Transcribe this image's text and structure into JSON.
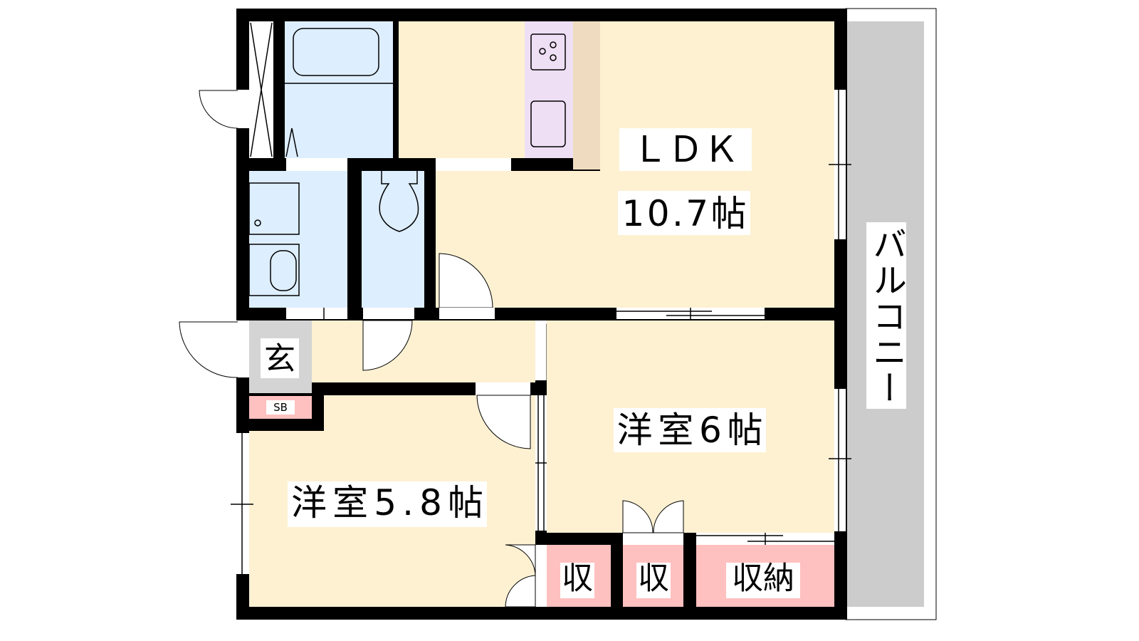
{
  "rooms": {
    "ldk_name": "ＬＤＫ",
    "ldk_size": "10.7帖",
    "balcony": "バルコニー",
    "genkan": "玄",
    "shoebox": "SB",
    "western_6": "洋室6帖",
    "western_58": "洋室5.8帖",
    "storage_1": "収",
    "storage_2": "収",
    "storage_3": "収納"
  },
  "colors": {
    "floor": "#fdf1d2",
    "wet": "#ddeeff",
    "kitchen": "#efdff5",
    "storage": "#ffc0c0",
    "balcony": "#cccccc",
    "genkan": "#d4d4d4",
    "wall": "#000000"
  }
}
